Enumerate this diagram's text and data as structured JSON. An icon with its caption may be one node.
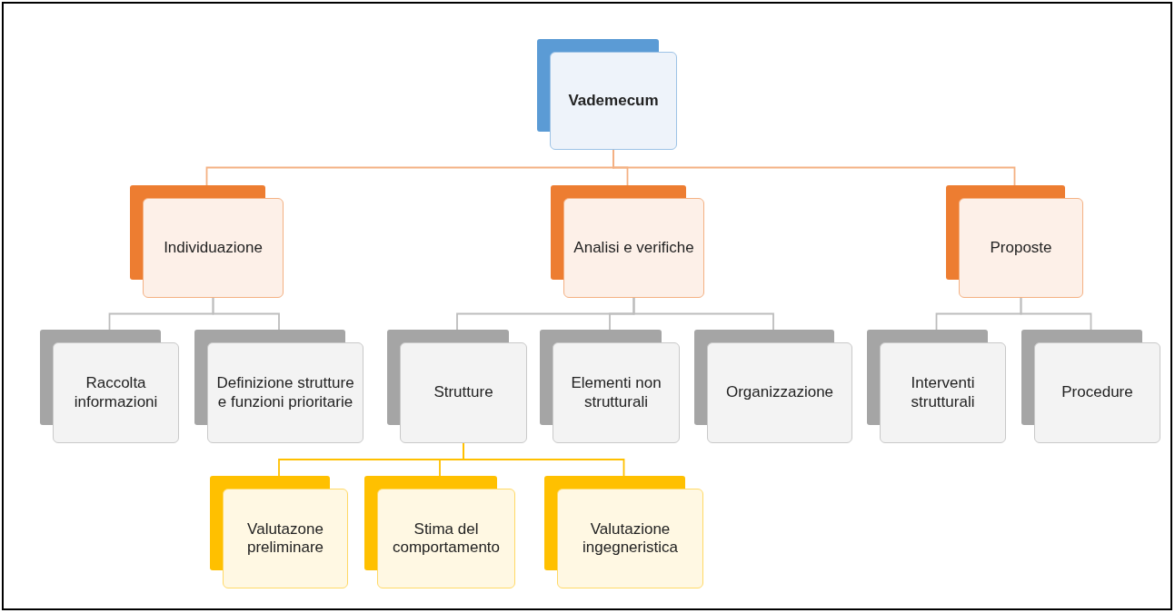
{
  "diagram": {
    "nodes": [
      {
        "text": [
          "Vademecum"
        ]
      },
      {
        "text": [
          "Individuazione"
        ]
      },
      {
        "text": [
          "Analisi e verifiche"
        ]
      },
      {
        "text": [
          "Proposte"
        ]
      },
      {
        "text": [
          "Raccolta informazioni"
        ]
      },
      {
        "text": [
          "Definizione strutture e funzioni prioritarie"
        ]
      },
      {
        "text": [
          "Strutture"
        ]
      },
      {
        "text": [
          "Elementi non strutturali"
        ]
      },
      {
        "text": [
          "Organizzazione"
        ]
      },
      {
        "text": [
          "Interventi strutturali"
        ]
      },
      {
        "text": [
          "Procedure"
        ]
      },
      {
        "text": [
          "Valutazone preliminare"
        ]
      },
      {
        "text": [
          "Stima del comportamento"
        ]
      },
      {
        "text": [
          "Valutazione ingegneristica"
        ]
      }
    ],
    "edges": [
      {
        "from": 0,
        "to": 1,
        "arrow": "none",
        "color": "#f4b183"
      },
      {
        "from": 0,
        "to": 2,
        "arrow": "none",
        "color": "#f4b183"
      },
      {
        "from": 0,
        "to": 3,
        "arrow": "none",
        "color": "#f4b183"
      },
      {
        "from": 1,
        "to": 4,
        "arrow": "none"
      },
      {
        "from": 1,
        "to": 5,
        "arrow": "none"
      },
      {
        "from": 2,
        "to": 6,
        "arrow": "none"
      },
      {
        "from": 2,
        "to": 7,
        "arrow": "none"
      },
      {
        "from": 2,
        "to": 8,
        "arrow": "none"
      },
      {
        "from": 3,
        "to": 9,
        "arrow": "none"
      },
      {
        "from": 3,
        "to": 10,
        "arrow": "none"
      },
      {
        "from": 6,
        "to": 11,
        "arrow": "none",
        "color": "#ffc000"
      },
      {
        "from": 6,
        "to": 12,
        "arrow": "none",
        "color": "#ffc000"
      },
      {
        "from": 6,
        "to": 13,
        "arrow": "none",
        "color": "#ffc000"
      }
    ]
  }
}
